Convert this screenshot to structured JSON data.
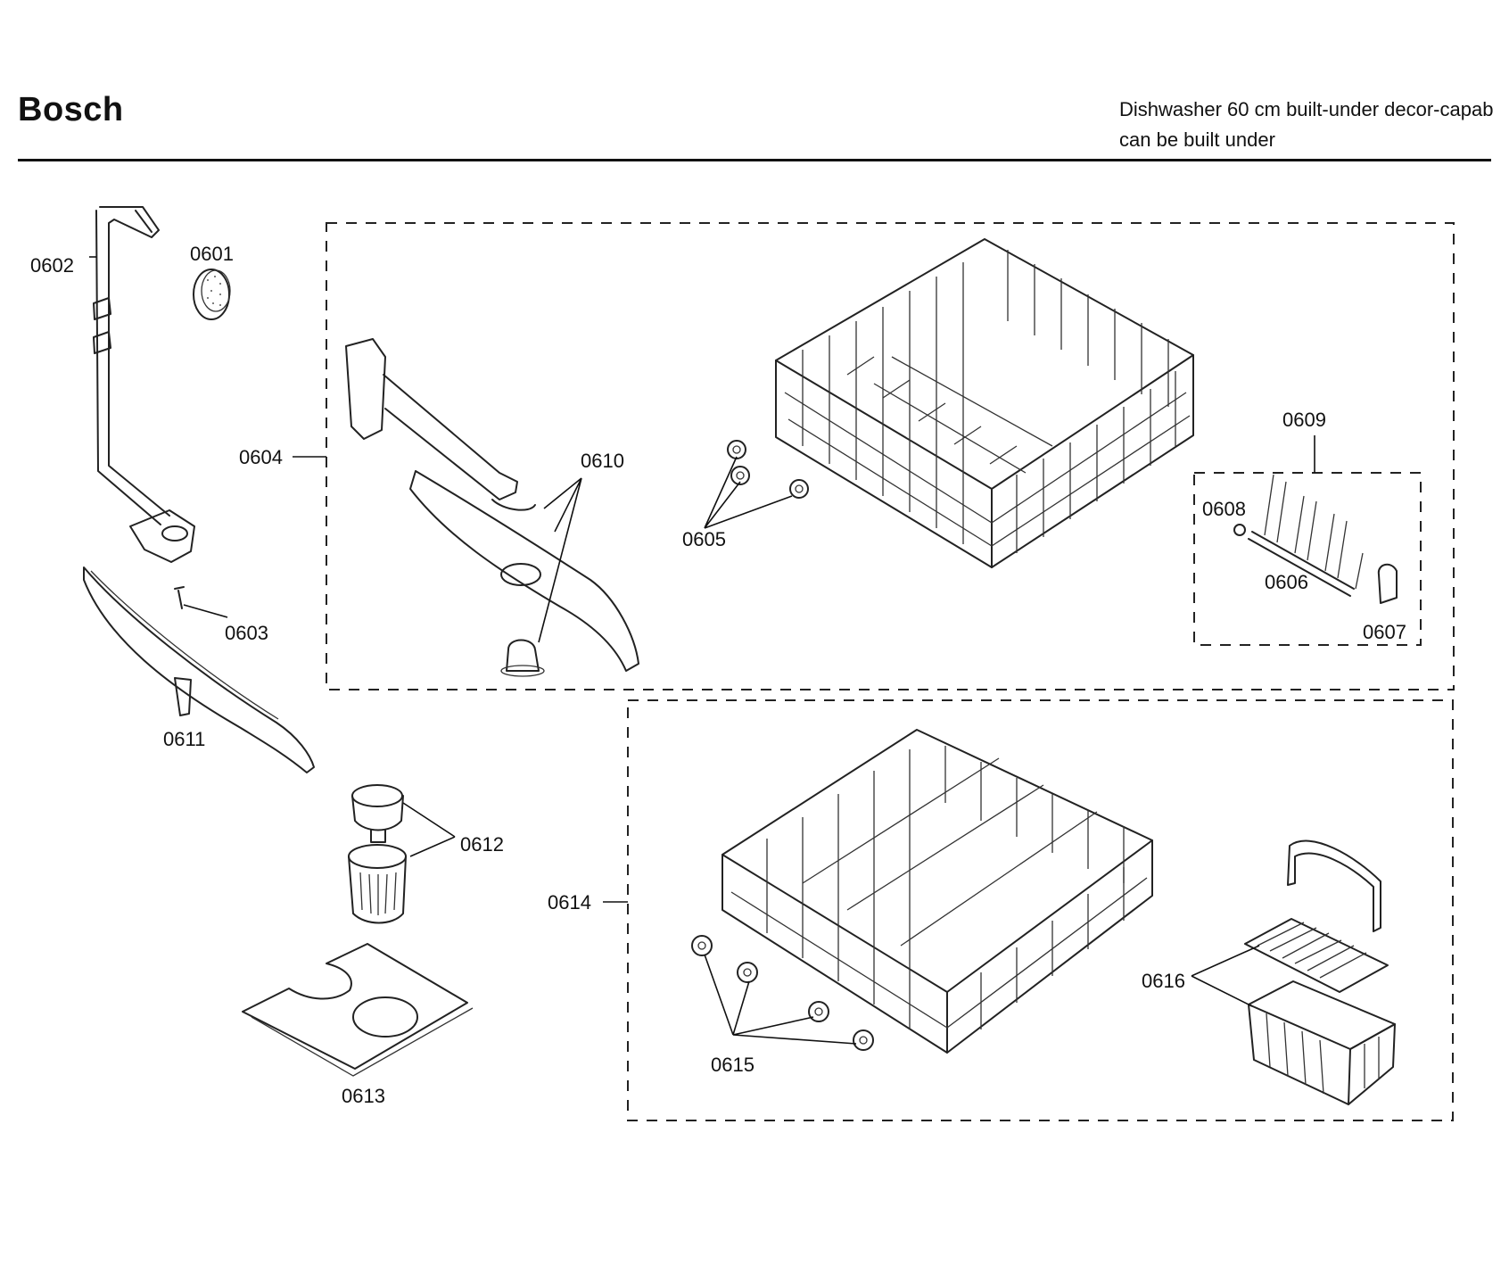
{
  "header": {
    "brand": "Bosch",
    "description_line1": "Dishwasher 60 cm built-under decor-capab",
    "description_line2": "can be built under"
  },
  "parts": {
    "p0601": "0601",
    "p0602": "0602",
    "p0603": "0603",
    "p0604": "0604",
    "p0605": "0605",
    "p0606": "0606",
    "p0607": "0607",
    "p0608": "0608",
    "p0609": "0609",
    "p0610": "0610",
    "p0611": "0611",
    "p0612": "0612",
    "p0613": "0613",
    "p0614": "0614",
    "p0615": "0615",
    "p0616": "0616"
  }
}
